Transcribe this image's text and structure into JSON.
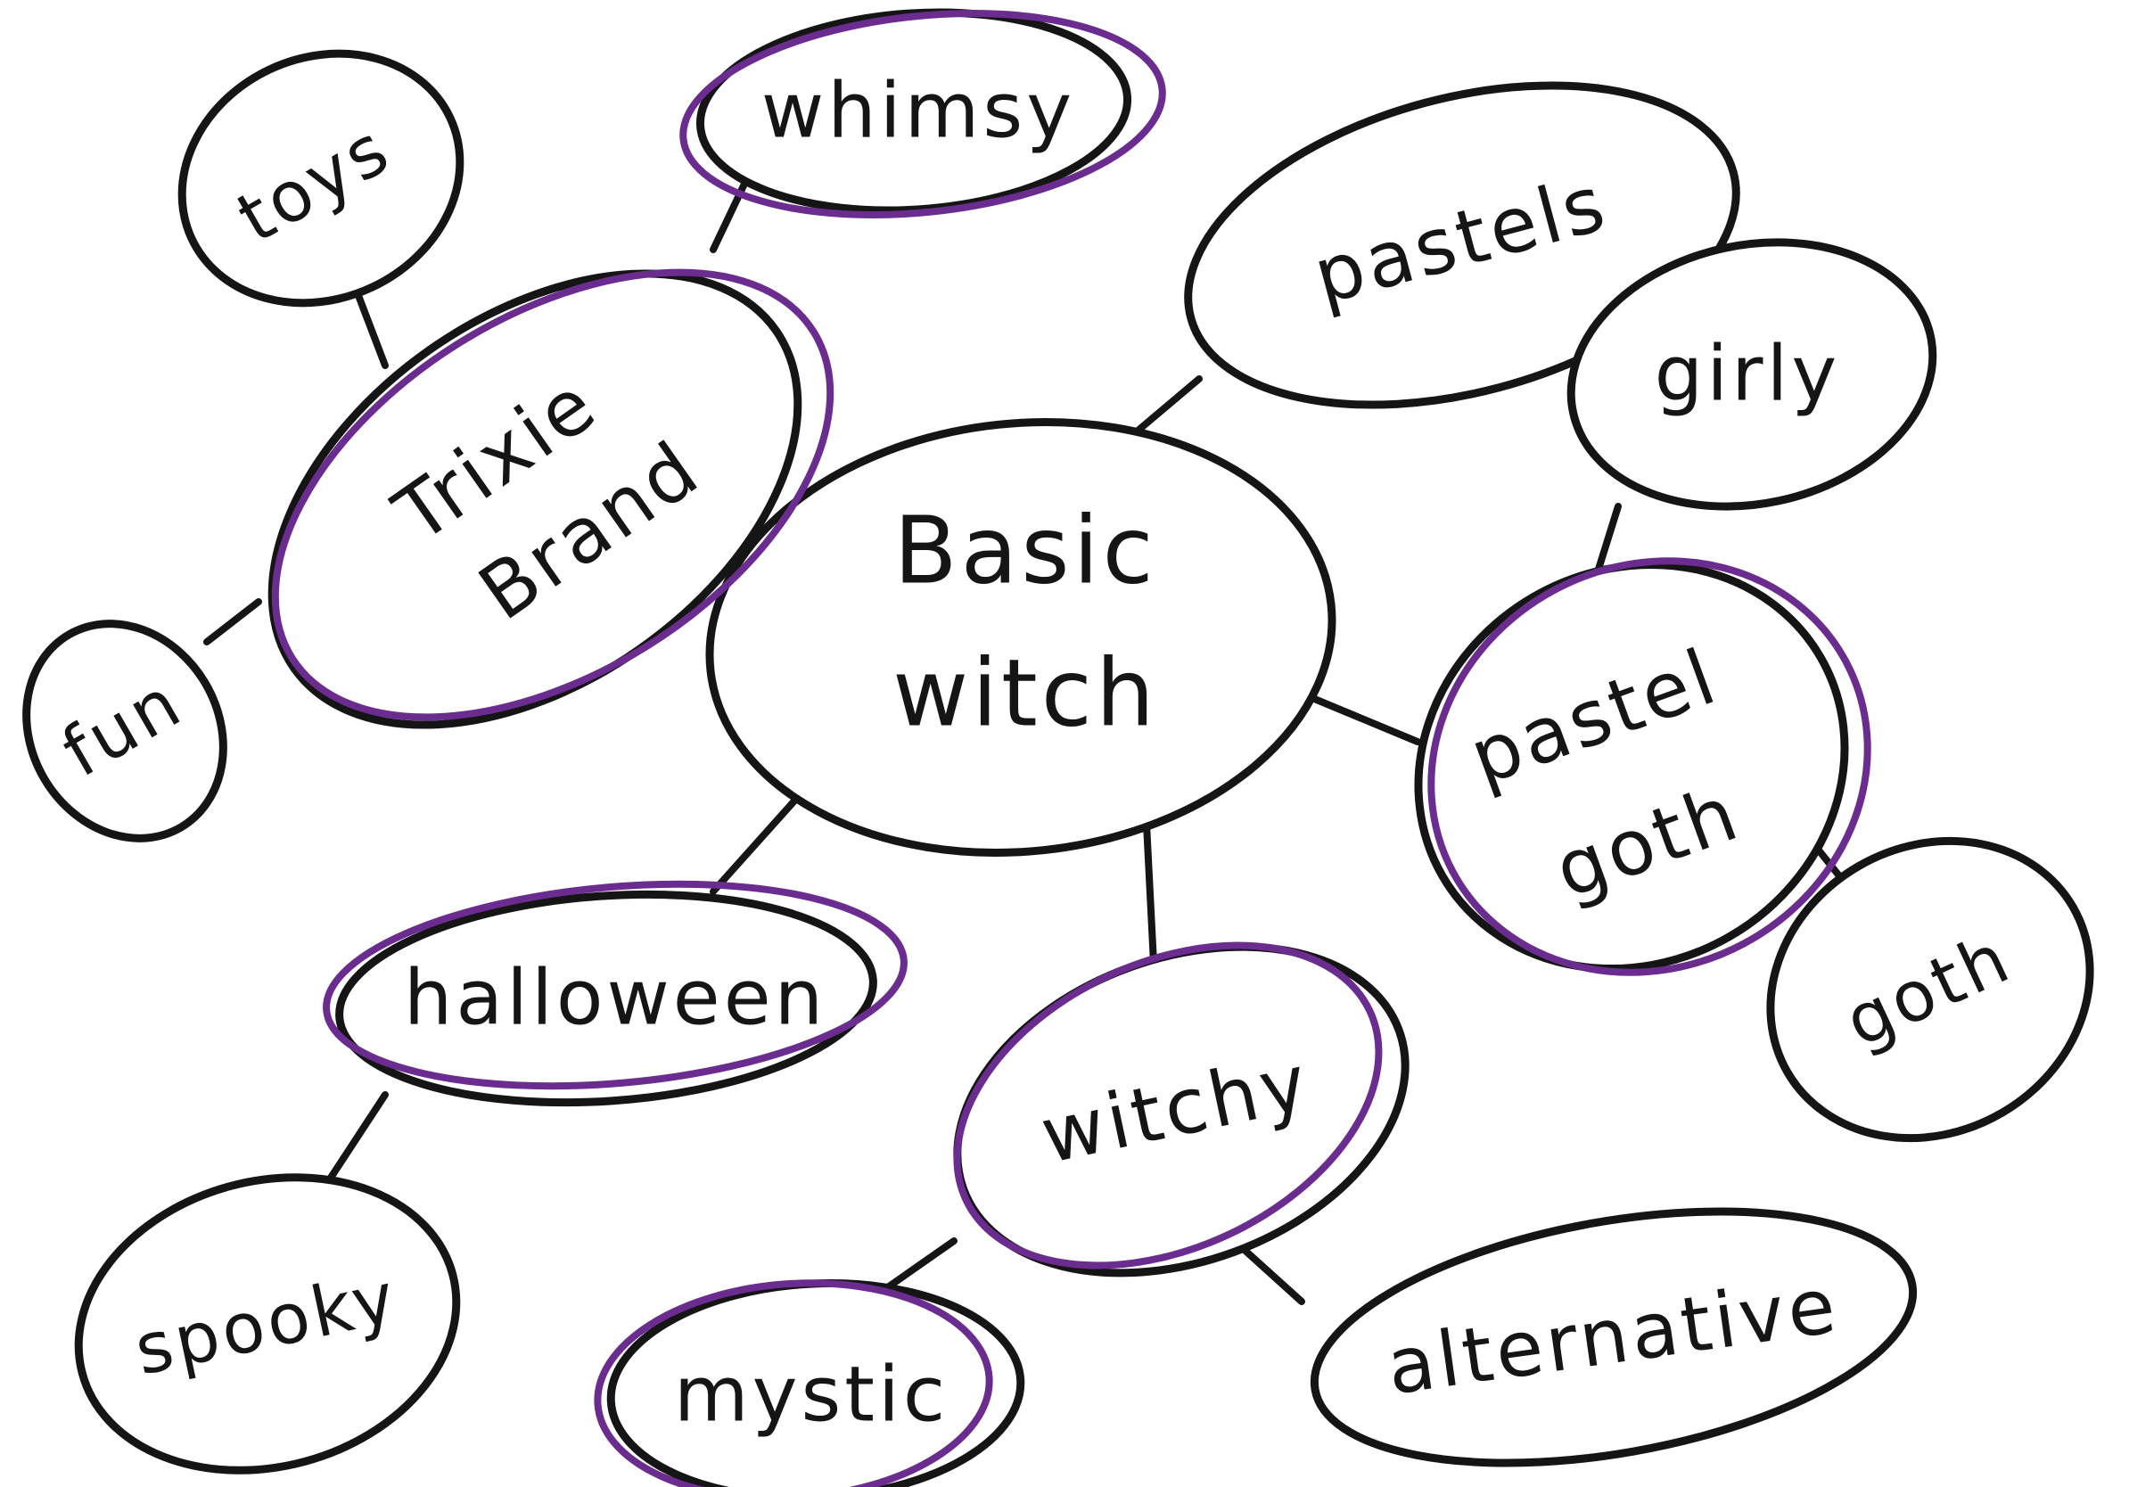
{
  "diagram": {
    "accent_color": "#6b2c8f",
    "ink_color": "#151515",
    "center": {
      "line1": "Basic",
      "line2": "witch"
    },
    "nodes": {
      "trixie": {
        "line1": "Trixie",
        "line2": "Brand",
        "highlighted": true
      },
      "whimsy": {
        "label": "whimsy",
        "highlighted": true
      },
      "toys": {
        "label": "toys",
        "highlighted": false
      },
      "fun": {
        "label": "fun",
        "highlighted": false
      },
      "pastels": {
        "label": "pastels",
        "highlighted": false
      },
      "girly": {
        "label": "girly",
        "highlighted": false
      },
      "pastel_goth": {
        "line1": "pastel",
        "line2": "goth",
        "highlighted": true
      },
      "goth": {
        "label": "goth",
        "highlighted": false
      },
      "halloween": {
        "label": "halloween",
        "highlighted": true
      },
      "spooky": {
        "label": "spooky",
        "highlighted": false
      },
      "witchy": {
        "label": "witchy",
        "highlighted": true
      },
      "mystic": {
        "label": "mystic",
        "highlighted": true
      },
      "alternative": {
        "label": "alternative",
        "highlighted": false
      }
    }
  }
}
